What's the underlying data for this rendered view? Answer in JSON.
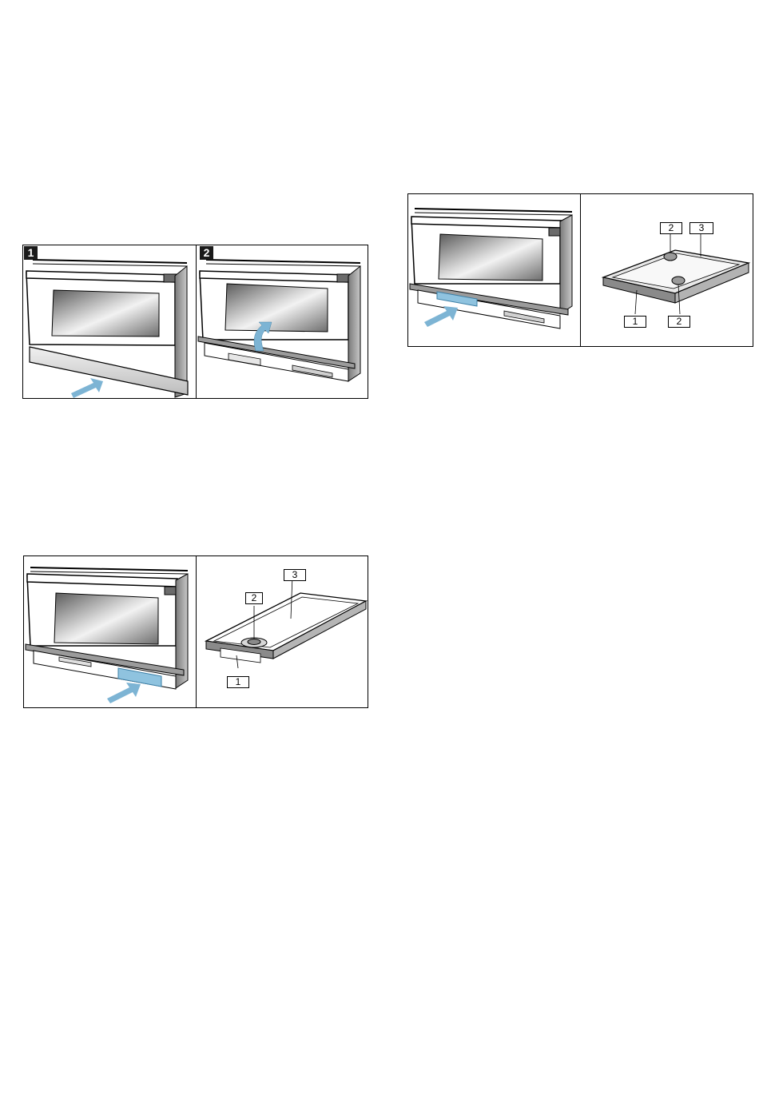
{
  "figure_a": {
    "steps": [
      "1",
      "2"
    ]
  },
  "figure_b": {
    "callouts": [
      "2",
      "3",
      "1"
    ]
  },
  "figure_c": {
    "callouts": [
      "2",
      "3",
      "1",
      "2"
    ]
  },
  "colors": {
    "arrow": "#7db4d4",
    "highlight": "#8fc3df",
    "outline": "#000000",
    "glass": "#8a8a8a"
  }
}
